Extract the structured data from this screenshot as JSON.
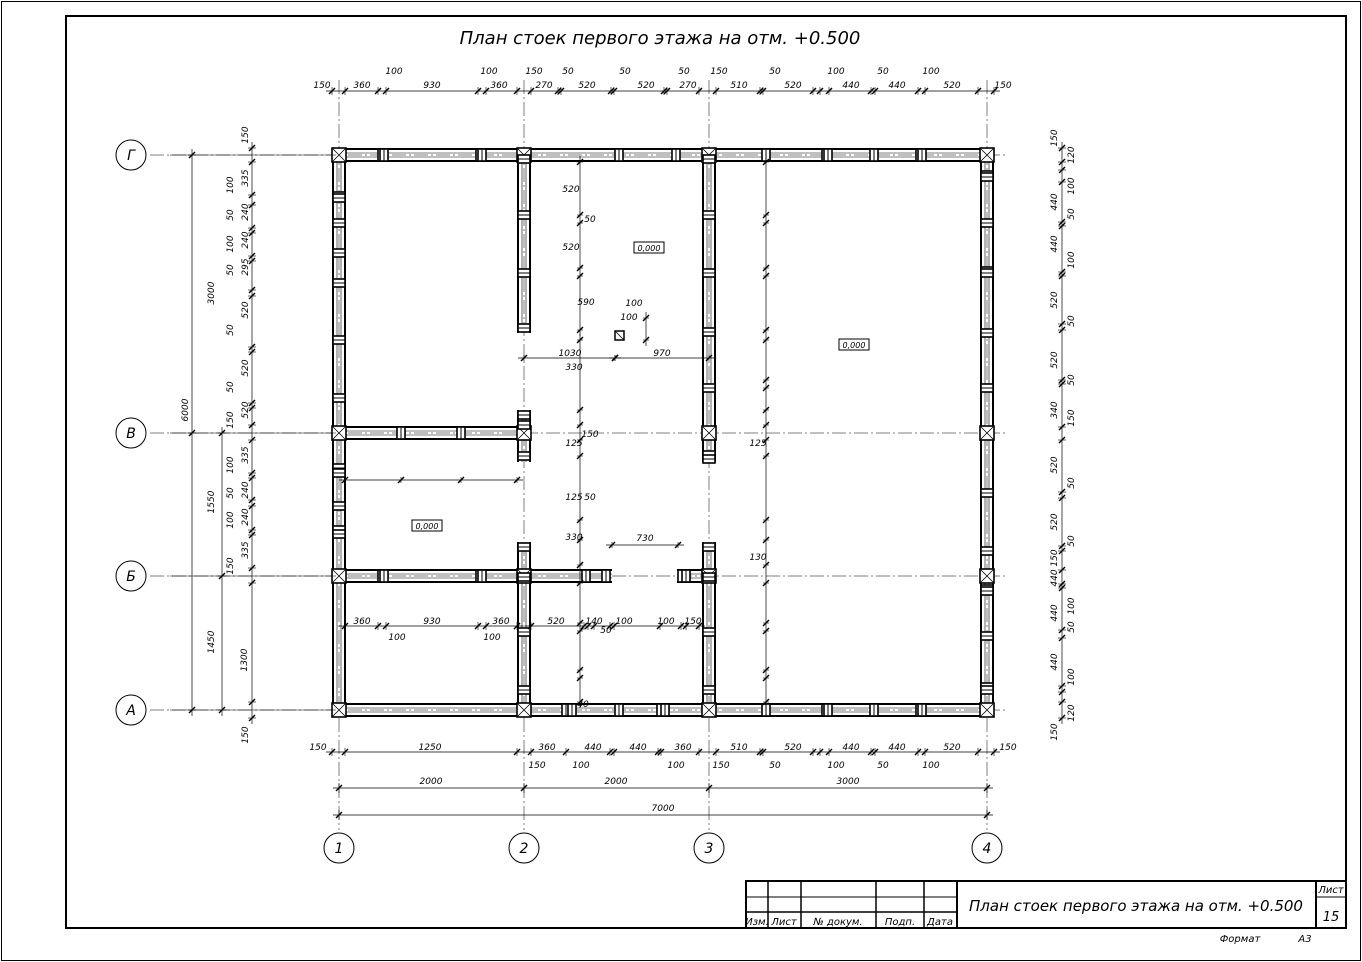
{
  "title": "План стоек первого этажа на отм. +0.500",
  "axes": {
    "rows": [
      "Г",
      "В",
      "Б",
      "А"
    ],
    "cols": [
      "1",
      "2",
      "3",
      "4"
    ]
  },
  "levels": {
    "room1": "0,000",
    "room2": "0,000",
    "room3": "0,000"
  },
  "dims_top": [
    "150",
    "360",
    "100",
    "930",
    "100",
    "360",
    "150",
    "270",
    "50",
    "520",
    "50",
    "520",
    "50",
    "270",
    "150",
    "510",
    "50",
    "520",
    "100",
    "440",
    "50",
    "440",
    "100",
    "520",
    "150"
  ],
  "dims_bottom": [
    "150",
    "1250",
    "360",
    "440",
    "440",
    "360",
    "510",
    "520",
    "440",
    "440",
    "520",
    "150"
  ],
  "dims_bottom_sub": [
    "150",
    "100",
    "100",
    "150",
    "50",
    "100",
    "50",
    "100"
  ],
  "dims_axes_bottom": [
    "2000",
    "2000",
    "3000",
    "7000"
  ],
  "dims_left_outer": [
    "3000",
    "6000",
    "1550",
    "1450"
  ],
  "dims_left_mid": [
    "1300"
  ],
  "dims_left": [
    "150",
    "335",
    "100",
    "240",
    "50",
    "240",
    "100",
    "295",
    "50",
    "520",
    "50",
    "520",
    "50",
    "520",
    "150",
    "335",
    "100",
    "240",
    "50",
    "240",
    "100",
    "335",
    "150",
    "150"
  ],
  "dims_right": [
    "150",
    "120",
    "100",
    "440",
    "50",
    "440",
    "100",
    "520",
    "50",
    "520",
    "50",
    "340",
    "150",
    "520",
    "50",
    "520",
    "50",
    "150",
    "440",
    "100",
    "440",
    "50",
    "440",
    "100",
    "120",
    "150"
  ],
  "dims_inner": [
    "1030",
    "970",
    "100",
    "100",
    "730",
    "520",
    "520",
    "590",
    "360",
    "930",
    "360",
    "100",
    "100",
    "520",
    "140",
    "50",
    "100",
    "100",
    "150",
    "50",
    "40",
    "125",
    "330",
    "150",
    "50",
    "125",
    "330",
    "125",
    "130"
  ],
  "stamp": {
    "headers": [
      "Изм.",
      "Лист",
      "№ докум.",
      "Подп.",
      "Дата"
    ],
    "title": "План стоек первого этажа на отм. +0.500",
    "sheet_label": "Лист",
    "sheet_no": "15"
  },
  "format_label": "Формат",
  "format_value": "А3"
}
